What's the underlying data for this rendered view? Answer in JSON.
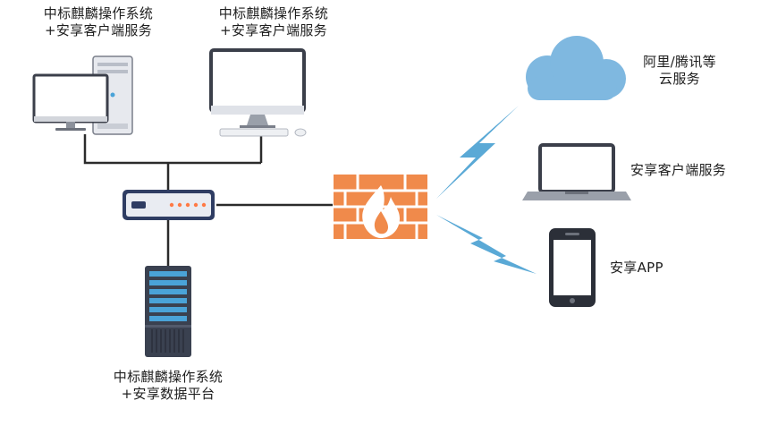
{
  "nodes": {
    "desktop_left": {
      "label_line1": "中标麒麟操作系统",
      "label_line2": "+安享客户端服务",
      "icon": "desktop-tower-icon"
    },
    "desktop_right": {
      "label_line1": "中标麒麟操作系统",
      "label_line2": "+安享客户端服务",
      "icon": "all-in-one-monitor-icon"
    },
    "router": {
      "icon": "router-icon"
    },
    "server": {
      "label_line1": "中标麒麟操作系统",
      "label_line2": "+安享数据平台",
      "icon": "server-rack-icon"
    },
    "firewall": {
      "icon": "firewall-icon"
    },
    "cloud": {
      "label_line1": "阿里/腾讯等",
      "label_line2": "云服务",
      "icon": "cloud-icon"
    },
    "laptop": {
      "label": "安享客户端服务",
      "icon": "laptop-icon"
    },
    "phone": {
      "label": "安享APP",
      "icon": "smartphone-icon"
    }
  },
  "colors": {
    "line": "#2b2b2b",
    "firewall_brick": "#f08a4b",
    "firewall_flame": "#ffffff",
    "cloud": "#7fb8e0",
    "lightning": "#5aa9d6",
    "router_body": "#2f3d63",
    "router_led": "#ff7a45",
    "server_body": "#3a4150",
    "server_accent": "#4aa3d8",
    "screen": "#ffffff",
    "device_frame": "#3b3f4a"
  }
}
